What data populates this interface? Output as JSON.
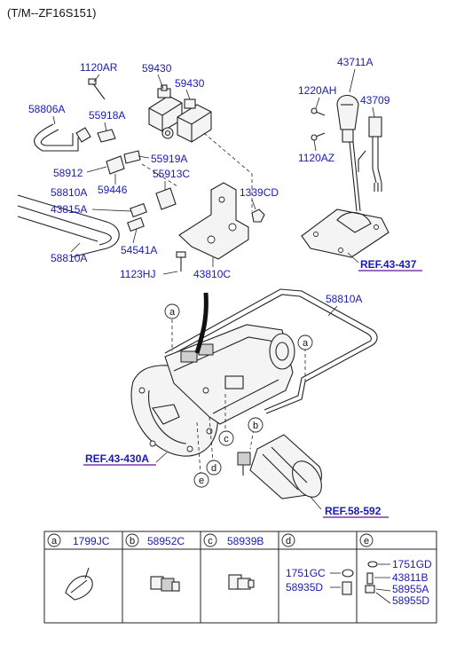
{
  "header": {
    "title": "(T/M--ZF16S151)"
  },
  "labels": {
    "l1120AR": "1120AR",
    "l59430a": "59430",
    "l59430b": "59430",
    "l58806A": "58806A",
    "l55918A": "55918A",
    "l58912": "58912",
    "l55919A": "55919A",
    "l59446": "59446",
    "l55913C": "55913C",
    "l58810A_1": "58810A",
    "l43815A": "43815A",
    "l58810A_2": "58810A",
    "l54541A": "54541A",
    "l1339CD": "1339CD",
    "l1123HJ": "1123HJ",
    "l43810C": "43810C",
    "l43711A": "43711A",
    "l1220AH": "1220AH",
    "l43709": "43709",
    "l1120AZ": "1120AZ",
    "l58810A_3": "58810A"
  },
  "refs": {
    "ref1": "REF.43-437",
    "ref2": "REF.43-430A",
    "ref3": "REF.58-592"
  },
  "callouts": {
    "a": "a",
    "b": "b",
    "c": "c",
    "d": "d",
    "e": "e"
  },
  "legend": {
    "cells": [
      {
        "letter": "a",
        "part": "1799JC"
      },
      {
        "letter": "b",
        "part": "58952C"
      },
      {
        "letter": "c",
        "part": "58939B"
      },
      {
        "letter": "d",
        "part": ""
      },
      {
        "letter": "e",
        "part": ""
      }
    ],
    "d_parts": [
      "1751GC",
      "58935D"
    ],
    "e_parts": [
      "1751GD",
      "43811B",
      "58955A",
      "58955D"
    ]
  }
}
